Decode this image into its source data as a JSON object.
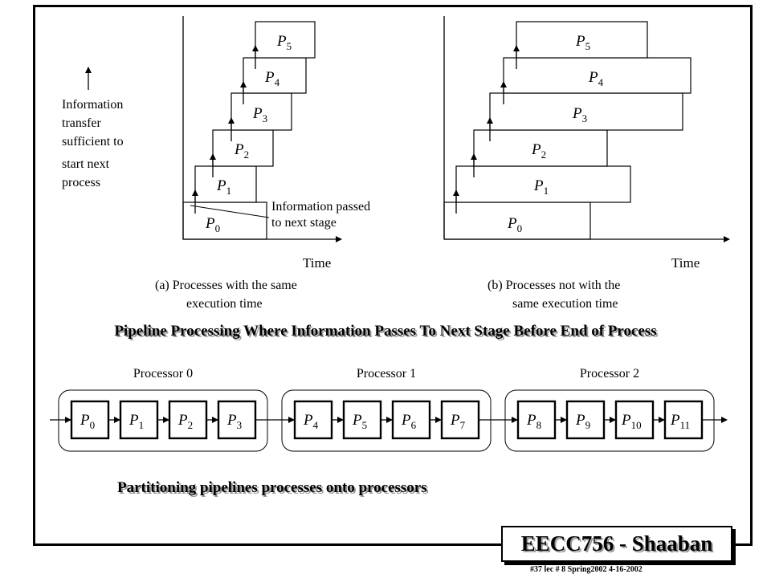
{
  "diagram_a": {
    "info_transfer_label": [
      "Information",
      "transfer",
      "sufficient to",
      "start next",
      "process"
    ],
    "passed_label": [
      "Information passed",
      "to next stage"
    ],
    "time_label": "Time",
    "caption": [
      "(a) Processes with the same",
      "execution time"
    ],
    "process_letter": "P",
    "process_subscripts": [
      "0",
      "1",
      "2",
      "3",
      "4",
      "5"
    ]
  },
  "diagram_b": {
    "time_label": "Time",
    "caption": [
      "(b) Processes not with the",
      "same execution time"
    ],
    "process_letter": "P",
    "process_subscripts": [
      "0",
      "1",
      "2",
      "3",
      "4",
      "5"
    ]
  },
  "heading_pipeline": "Pipeline Processing Where Information Passes To Next Stage Before End of Process",
  "processors": [
    {
      "name": "Processor 0",
      "subscripts": [
        "0",
        "1",
        "2",
        "3"
      ]
    },
    {
      "name": "Processor 1",
      "subscripts": [
        "4",
        "5",
        "6",
        "7"
      ]
    },
    {
      "name": "Processor 2",
      "subscripts": [
        "8",
        "9",
        "10",
        "11"
      ]
    }
  ],
  "process_letter": "P",
  "heading_partition": "Partitioning pipelines processes onto processors",
  "course_label": "EECC756 - Shaaban",
  "footer": "#37   lec # 8    Spring2002    4-16-2002"
}
